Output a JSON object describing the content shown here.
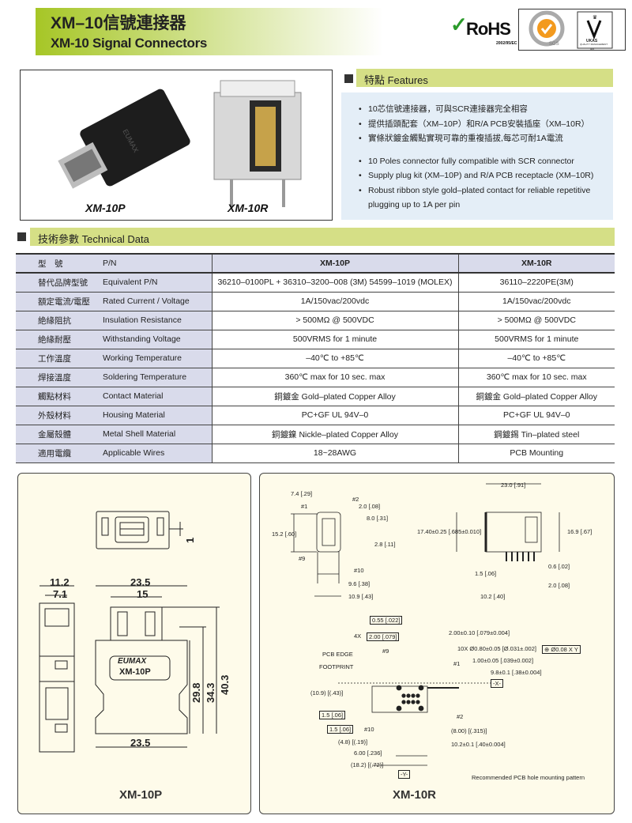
{
  "header": {
    "title": "XM–10信號連接器",
    "subtitle": "XM-10 Signal Connectors"
  },
  "certifications": {
    "rohs": "RoHS",
    "rohs_directive": "2002/95/EC",
    "sgs": "SGS",
    "ukas": "UKAS",
    "ukas_sub": "QUALITY MANAGEMENT",
    "ukas_code": "005"
  },
  "photos": {
    "left_label": "XM-10P",
    "right_label": "XM-10R",
    "brand": "EUMAX"
  },
  "features": {
    "heading": "特點  Features",
    "items": [
      "10芯信號連接器，可與SCR連接器完全相容",
      "提供插頭配套（XM–10P）和R/A PCB安裝插座（XM–10R）",
      "實條狀鍍金觸點實現可靠的重複插拔,每芯可耐1A電流",
      "10 Poles connector fully compatible with SCR connector",
      "Supply plug kit (XM–10P) and R/A PCB receptacle (XM–10R)",
      "Robust ribbon style gold–plated contact for reliable repetitive",
      "plugging up to 1A per pin"
    ]
  },
  "technical_data": {
    "heading": "技術參數  Technical Data",
    "header": {
      "zh": "型　號",
      "en": "P/N",
      "col1": "XM-10P",
      "col2": "XM-10R"
    },
    "rows": [
      {
        "zh": "替代品牌型號",
        "en": "Equivalent P/N",
        "col1": "36210–0100PL + 36310–3200–008 (3M)    54599–1019 (MOLEX)",
        "col2": "36110–2220PE(3M)"
      },
      {
        "zh": "額定電流/電壓",
        "en": "Rated Current / Voltage",
        "col1": "1A/150vac/200vdc",
        "col2": "1A/150vac/200vdc"
      },
      {
        "zh": "絶緣阻抗",
        "en": "Insulation Resistance",
        "col1": "> 500MΩ @ 500VDC",
        "col2": "> 500MΩ @ 500VDC"
      },
      {
        "zh": "絶緣耐壓",
        "en": "Withstanding Voltage",
        "col1": "500VRMS for 1 minute",
        "col2": "500VRMS for 1 minute"
      },
      {
        "zh": "工作溫度",
        "en": "Working Temperature",
        "col1": "–40℃ to +85℃",
        "col2": "–40℃ to +85℃"
      },
      {
        "zh": "焊接溫度",
        "en": "Soldering Temperature",
        "col1": "360℃ max for 10 sec. max",
        "col2": "360℃ max for 10 sec. max"
      },
      {
        "zh": "觸點材料",
        "en": "Contact Material",
        "col1": "銅鍍金 Gold–plated Copper Alloy",
        "col2": "銅鍍金 Gold–plated Copper Alloy"
      },
      {
        "zh": "外殼材料",
        "en": "Housing Material",
        "col1": "PC+GF  UL 94V–0",
        "col2": "PC+GF  UL 94V–0"
      },
      {
        "zh": "金屬殼體",
        "en": "Metal Shell Material",
        "col1": "銅鍍鎳 Nickle–plated Copper Alloy",
        "col2": "鋼鍍錫 Tin–plated steel"
      },
      {
        "zh": "適用電纜",
        "en": "Applicable Wires",
        "col1": "18~28AWG",
        "col2": "PCB Mounting"
      }
    ]
  },
  "drawings": {
    "left": {
      "title": "XM-10P",
      "brand": "EUMAX",
      "model": "XM-10P",
      "dims": [
        "11.2",
        "7.1",
        "23.5",
        "15",
        "1",
        "29.8",
        "34.3",
        "40.3",
        "23.5"
      ]
    },
    "right": {
      "title": "XM-10R",
      "note": "Recommended PCB hole mounting pattern",
      "labels": [
        "7.4 [.29]",
        "#1",
        "#2",
        "2.0 [.08]",
        "8.0 [.31]",
        "15.2 [.60]",
        "2.8 [.11]",
        "#9",
        "#10",
        "9.6 [.38]",
        "10.9 [.43]",
        "23.0 [.91]",
        "17.40±0.25 [.685±0.010]",
        "16.9 [.67]",
        "0.6 [.02]",
        "1.5 [.06]",
        "2.0 [.08]",
        "10.2 [.40]",
        "0.55 [.022]",
        "2.00±0.10 [.079±0.004]",
        "4X",
        "2.00 [.079]",
        "PCB EDGE",
        "#9",
        "10X Ø0.80±0.05 [Ø.031±.002]",
        "⊕ Ø0.08 X Y",
        "FOOTPRINT",
        "#1",
        "1.00±0.05 [.039±0.002]",
        "9.8±0.1 [.38±0.004]",
        "-X-",
        "(10.9) [(.43)]",
        "1.5 [.06]",
        "1.5 [.06]",
        "#10",
        "#2",
        "(8.00) [(.315)]",
        "(4.8) [(.19)]",
        "10.2±0.1 [.40±0.004]",
        "6.00 [.236]",
        "(18.2) [(.72)]",
        "-Y-"
      ]
    }
  }
}
